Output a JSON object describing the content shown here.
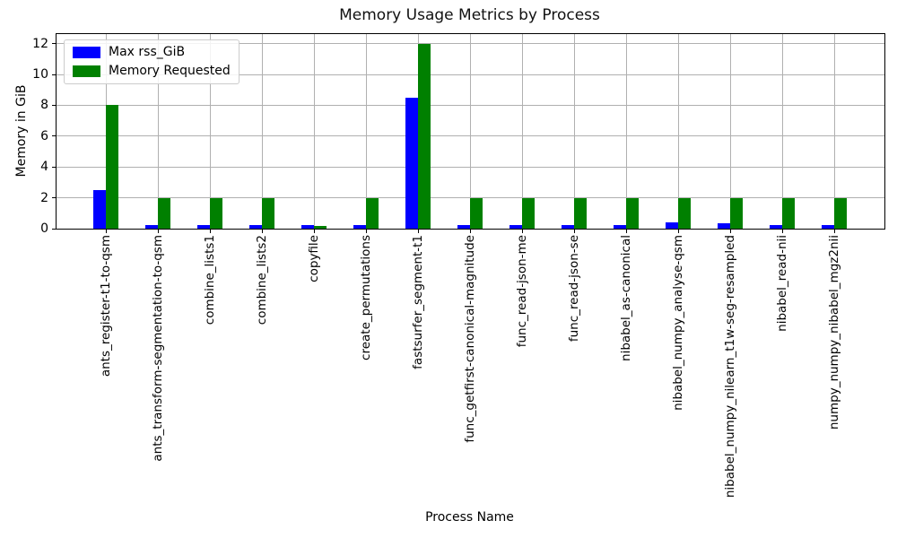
{
  "title": "Memory Usage Metrics by Process",
  "chart_data": {
    "type": "bar",
    "title": "Memory Usage Metrics by Process",
    "xlabel": "Process Name",
    "ylabel": "Memory in GiB",
    "grid": true,
    "legend_position": "upper left",
    "ylim": [
      0,
      12.62
    ],
    "yticks": [
      0,
      2,
      4,
      6,
      8,
      10,
      12
    ],
    "categories": [
      "ants_register-t1-to-qsm",
      "ants_transform-segmentation-to-qsm",
      "combine_lists1",
      "combine_lists2",
      "copyfile",
      "create_permutations",
      "fastsurfer_segment-t1",
      "func_getfirst-canonical-magnitude",
      "func_read-json-me",
      "func_read-json-se",
      "nibabel_as-canonical",
      "nibabel_numpy_analyse-qsm",
      "nibabel_numpy_nilearn_t1w-seg-resampled",
      "nibabel_read-nii",
      "numpy_numpy_nibabel_mgz2nii"
    ],
    "series": [
      {
        "name": "Max rss_GiB",
        "color": "#0000ff",
        "values": [
          2.5,
          0.25,
          0.25,
          0.25,
          0.25,
          0.25,
          8.5,
          0.25,
          0.25,
          0.25,
          0.25,
          0.4,
          0.35,
          0.25,
          0.25
        ]
      },
      {
        "name": "Memory Requested",
        "color": "#008000",
        "values": [
          8,
          2,
          2,
          2,
          0.2,
          2,
          12,
          2,
          2,
          2,
          2,
          2,
          2,
          2,
          2
        ]
      }
    ]
  }
}
